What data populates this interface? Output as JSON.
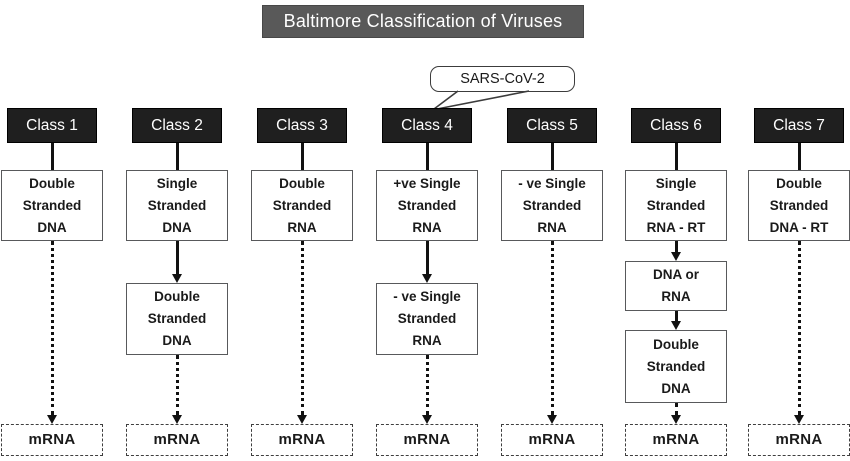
{
  "title": "Baltimore Classification of Viruses",
  "callout": {
    "label": "SARS-CoV-2"
  },
  "colors": {
    "title_bg": "#595959",
    "class_header_bg": "#1f1f1f",
    "box_border": "#58595b",
    "arrow": "#111111",
    "text": "#1a1a1a",
    "background": "#ffffff"
  },
  "columns": [
    {
      "header": "Class 1",
      "genome": "Double\nStranded\nDNA",
      "intermediates": [],
      "mrna": "mRNA"
    },
    {
      "header": "Class 2",
      "genome": "Single\nStranded\nDNA",
      "intermediates": [
        "Double\nStranded\nDNA"
      ],
      "mrna": "mRNA"
    },
    {
      "header": "Class 3",
      "genome": "Double\nStranded\nRNA",
      "intermediates": [],
      "mrna": "mRNA"
    },
    {
      "header": "Class 4",
      "genome": "+ve Single\nStranded\nRNA",
      "intermediates": [
        "- ve Single\nStranded\nRNA"
      ],
      "mrna": "mRNA"
    },
    {
      "header": "Class 5",
      "genome": "- ve Single\nStranded\nRNA",
      "intermediates": [],
      "mrna": "mRNA"
    },
    {
      "header": "Class 6",
      "genome": "Single\nStranded\nRNA - RT",
      "intermediates": [
        "DNA or\nRNA",
        "Double\nStranded\nDNA"
      ],
      "mrna": "mRNA"
    },
    {
      "header": "Class 7",
      "genome": "Double\nStranded\nDNA - RT",
      "intermediates": [],
      "mrna": "mRNA"
    }
  ]
}
